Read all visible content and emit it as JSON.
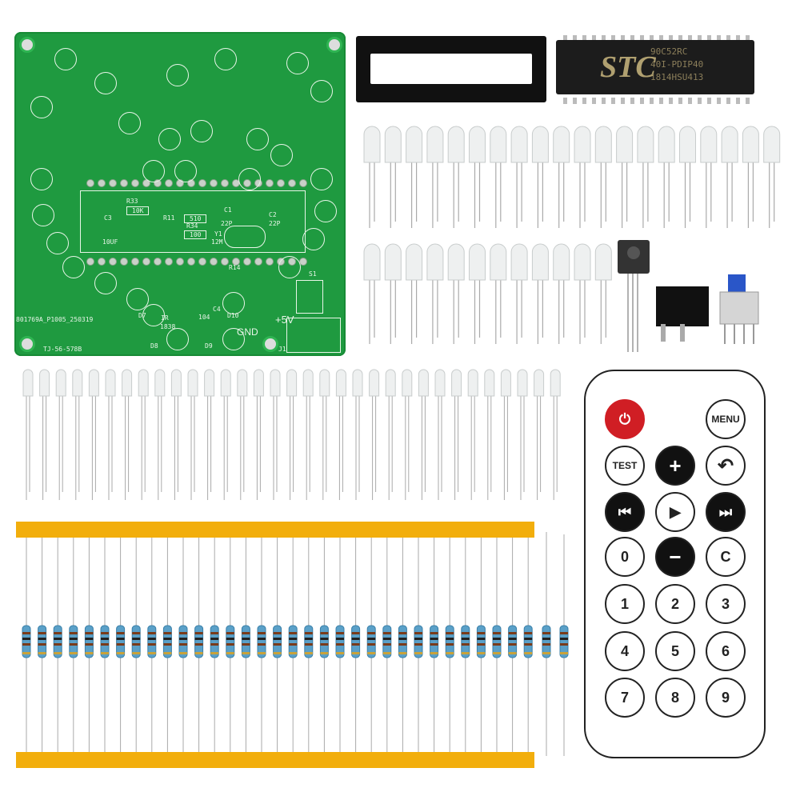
{
  "pcb": {
    "serial": "801769A_P1005_250319",
    "model": "TJ-56-578B",
    "power_label": "+5V",
    "ground_label": "GND",
    "jack_label": "J1",
    "switch_label": "S1",
    "r33": "R33",
    "r33_val": "10K",
    "c3": "C3",
    "c3_val": "10UF",
    "r11": "R11",
    "r11_val": "510",
    "r34": "R34",
    "r34_val": "100",
    "c1": "C1",
    "c1_val": "22P",
    "c2": "C2",
    "c2_val": "22P",
    "y1": "Y1",
    "y1_val": "12M",
    "r14": "R14",
    "ir": "IR",
    "ir_val": "1838",
    "c4": "C4",
    "c4_val": "104",
    "d7": "D7",
    "d8": "D8",
    "d9": "D9",
    "d10": "D10"
  },
  "chip": {
    "brand": "STC",
    "line1": "90C52RC",
    "line2": "40I-PDIP40",
    "line3": "1814HSU413"
  },
  "parts": {
    "leds_5mm_row1": 20,
    "leds_5mm_row2": 12,
    "leds_3mm": 33,
    "resistors_taped": 33,
    "resistors_loose": 2
  },
  "remote": {
    "menu": "MENU",
    "test": "TEST",
    "zero": "0",
    "clear": "C",
    "digits": [
      "1",
      "2",
      "3",
      "4",
      "5",
      "6",
      "7",
      "8",
      "9"
    ],
    "icons": {
      "power": "power-icon",
      "plus": "plus-icon",
      "back": "back-arrow-icon",
      "prev": "skip-back-icon",
      "play": "play-icon",
      "next": "skip-forward-icon",
      "minus": "minus-icon"
    }
  },
  "colors": {
    "pcb": "#1f9a40",
    "tape": "#f2ae0c",
    "power_button": "#d01e24"
  }
}
